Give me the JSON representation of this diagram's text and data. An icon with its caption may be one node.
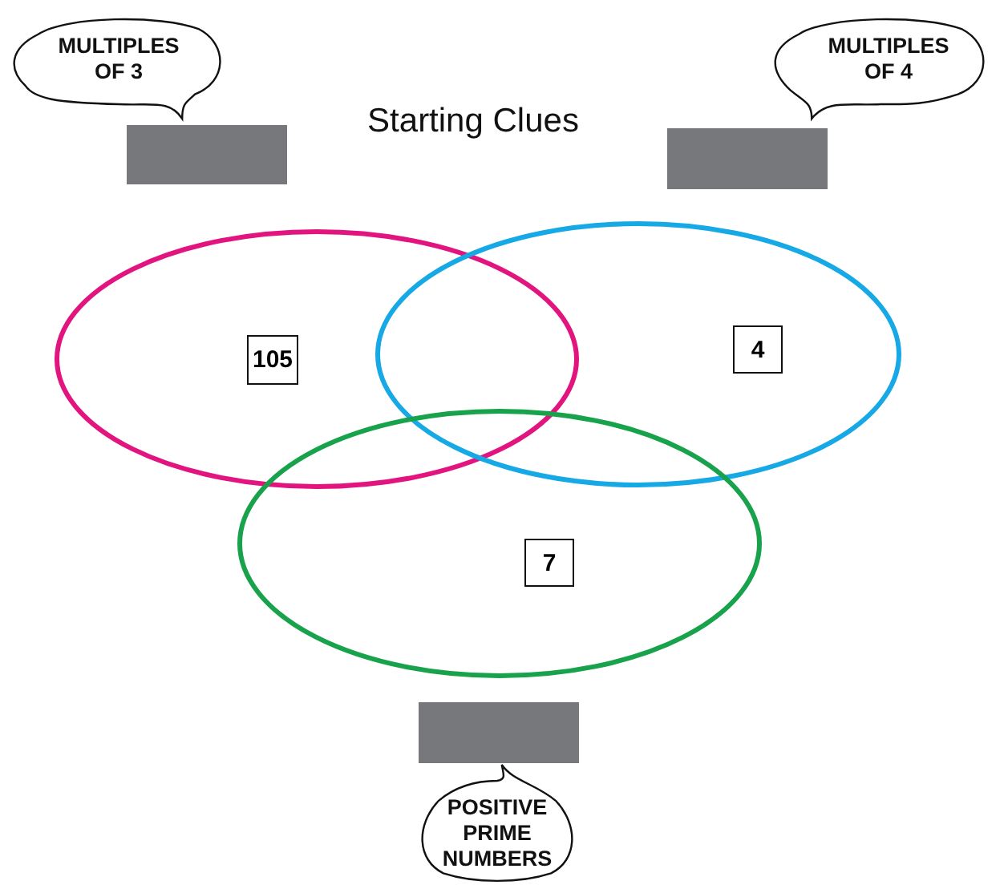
{
  "diagram": {
    "title": "Starting Clues",
    "nodes": [
      {
        "text": [
          "MULTIPLES OF 3"
        ]
      },
      {
        "text": [
          "MULTIPLES OF 4"
        ]
      },
      {
        "text": [],
        "shape": "bar"
      },
      {
        "text": [],
        "shape": "bar"
      },
      {
        "text": [],
        "shape": "ellipse"
      },
      {
        "text": [
          "105"
        ],
        "in": 4
      },
      {
        "text": [],
        "shape": "ellipse"
      },
      {
        "text": [
          "4"
        ],
        "in": 6
      },
      {
        "text": [],
        "shape": "ellipse"
      },
      {
        "text": [
          "7"
        ],
        "in": 8
      },
      {
        "text": [],
        "shape": "bar"
      },
      {
        "text": [
          "POSITIVE PRIME NUMBERS"
        ]
      }
    ]
  }
}
